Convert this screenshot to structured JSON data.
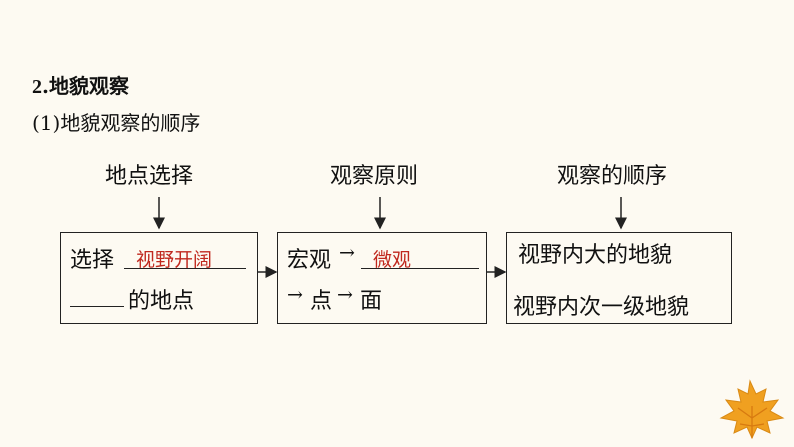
{
  "section": {
    "number": "2",
    "title": ".地貌观察"
  },
  "subsection": "(1)地貌观察的顺序",
  "columns": [
    {
      "label": "地点选择"
    },
    {
      "label": "观察原则"
    },
    {
      "label": "观察的顺序"
    }
  ],
  "box1": {
    "line1_prefix": "选择",
    "answer": "视野开阔",
    "line2_suffix": "的地点"
  },
  "box2": {
    "line1_prefix": "宏观",
    "answer": "微观",
    "line2": [
      "点",
      "面"
    ],
    "arrow_glyph": "→"
  },
  "box3": {
    "line1": "视野内大的地貌",
    "line2": "视野内次一级地貌"
  },
  "colors": {
    "answer": "#c0281e",
    "leaf": "#f0a020",
    "leaf_vein": "#d77a10"
  },
  "decoration": {
    "icon": "maple-leaf-icon"
  }
}
